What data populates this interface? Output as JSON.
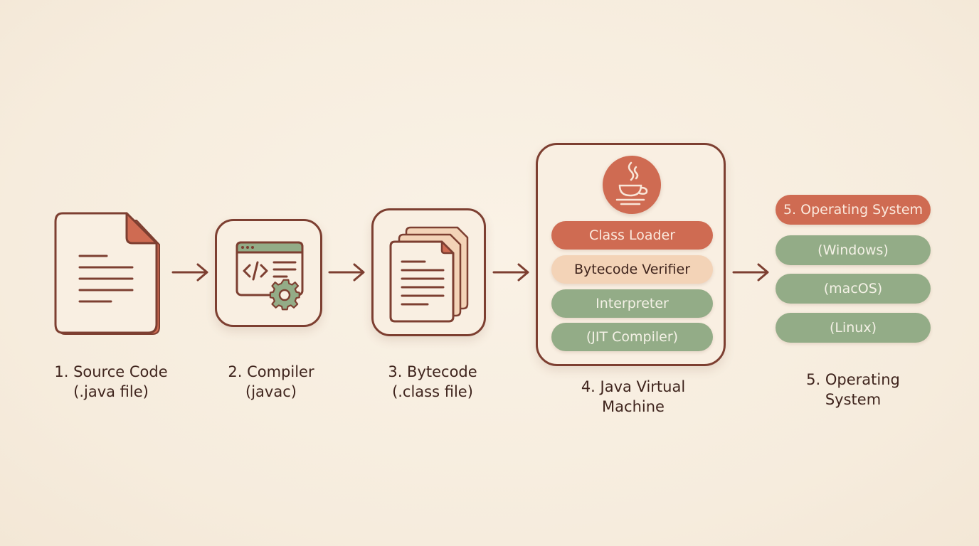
{
  "steps": [
    {
      "line1": "1. Source Code",
      "line2": "(.java file)",
      "icon": "document-icon"
    },
    {
      "line1": "2. Compiler",
      "line2": "(javac)",
      "icon": "code-window-gear-icon"
    },
    {
      "line1": "3. Bytecode",
      "line2": "(.class file)",
      "icon": "stacked-documents-icon"
    },
    {
      "line1": "4. Java Virtual",
      "line2": "Machine",
      "icon": "java-coffee-icon"
    },
    {
      "line1": "5. Operating",
      "line2": "System",
      "icon": ""
    }
  ],
  "jvm": {
    "components": [
      "Class Loader",
      "Bytecode Verifier",
      "Interpreter",
      "(JIT Compiler)"
    ]
  },
  "os": {
    "header": "5. Operating System",
    "items": [
      "(Windows)",
      "(macOS)",
      "(Linux)"
    ]
  },
  "colors": {
    "background": "#f8eee0",
    "outline": "#7d3f31",
    "terracotta": "#cf6b52",
    "peach": "#f3d3b7",
    "sage": "#93ac87"
  }
}
